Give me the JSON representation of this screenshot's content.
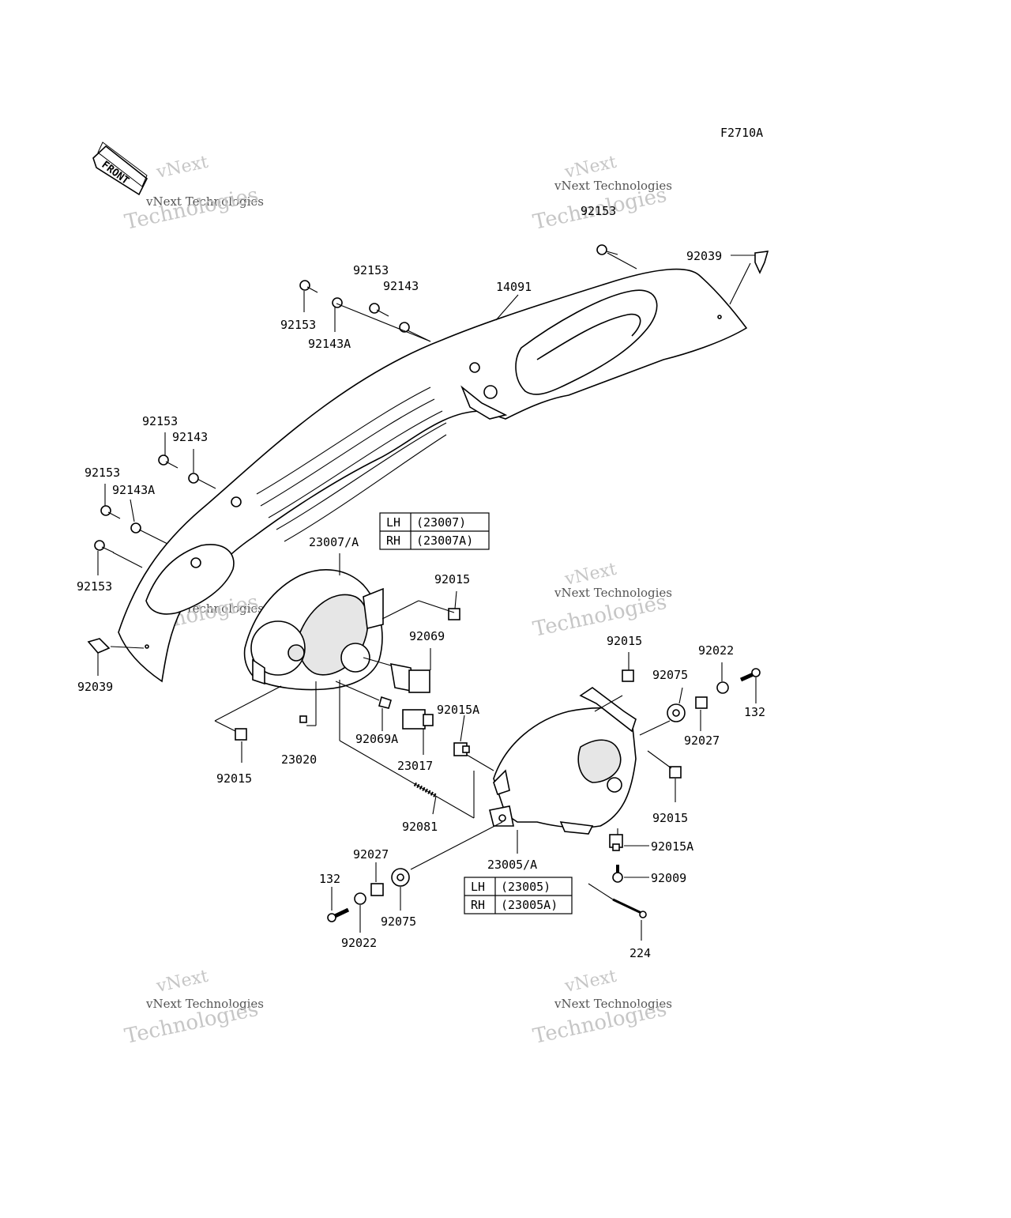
{
  "figure_code": "F2710A",
  "front_label": "FRONT",
  "watermark": {
    "line1": "vNext",
    "line2": "vNext Technologies",
    "line3": "Technologies"
  },
  "callouts": [
    {
      "id": "c-92153-top",
      "text": "92153"
    },
    {
      "id": "c-92039-right",
      "text": "92039"
    },
    {
      "id": "c-14091",
      "text": "14091"
    },
    {
      "id": "c-92153-a",
      "text": "92153"
    },
    {
      "id": "c-92143-a",
      "text": "92143"
    },
    {
      "id": "c-92153-b",
      "text": "92153"
    },
    {
      "id": "c-92143A-a",
      "text": "92143A"
    },
    {
      "id": "c-92153-c",
      "text": "92153"
    },
    {
      "id": "c-92143-b",
      "text": "92143"
    },
    {
      "id": "c-92153-d",
      "text": "92153"
    },
    {
      "id": "c-92143A-b",
      "text": "92143A"
    },
    {
      "id": "c-92153-e",
      "text": "92153"
    },
    {
      "id": "c-92039-left",
      "text": "92039"
    },
    {
      "id": "c-23007A",
      "text": "23007/A"
    },
    {
      "id": "c-92015-a",
      "text": "92015"
    },
    {
      "id": "c-92069",
      "text": "92069"
    },
    {
      "id": "c-92015-b",
      "text": "92015"
    },
    {
      "id": "c-92022-a",
      "text": "92022"
    },
    {
      "id": "c-92075-a",
      "text": "92075"
    },
    {
      "id": "c-132-a",
      "text": "132"
    },
    {
      "id": "c-92015A-a",
      "text": "92015A"
    },
    {
      "id": "c-92027-a",
      "text": "92027"
    },
    {
      "id": "c-92069A",
      "text": "92069A"
    },
    {
      "id": "c-23020",
      "text": "23020"
    },
    {
      "id": "c-23017",
      "text": "23017"
    },
    {
      "id": "c-92015-c",
      "text": "92015"
    },
    {
      "id": "c-92015-d",
      "text": "92015"
    },
    {
      "id": "c-92081",
      "text": "92081"
    },
    {
      "id": "c-92015A-b",
      "text": "92015A"
    },
    {
      "id": "c-23005A",
      "text": "23005/A"
    },
    {
      "id": "c-92009",
      "text": "92009"
    },
    {
      "id": "c-92027-b",
      "text": "92027"
    },
    {
      "id": "c-132-b",
      "text": "132"
    },
    {
      "id": "c-92075-b",
      "text": "92075"
    },
    {
      "id": "c-92022-b",
      "text": "92022"
    },
    {
      "id": "c-224",
      "text": "224"
    }
  ],
  "tables": [
    {
      "rows": [
        {
          "side": "LH",
          "part": "(23007)"
        },
        {
          "side": "RH",
          "part": "(23007A)"
        }
      ]
    },
    {
      "rows": [
        {
          "side": "LH",
          "part": "(23005)"
        },
        {
          "side": "RH",
          "part": "(23005A)"
        }
      ]
    }
  ]
}
